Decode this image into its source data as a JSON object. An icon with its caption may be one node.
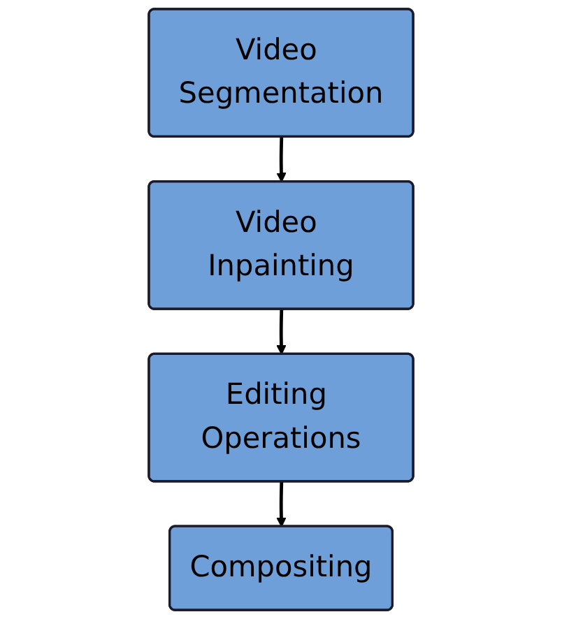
{
  "diagram": {
    "nodes": [
      {
        "text": [
          "Video Segmentation"
        ]
      },
      {
        "text": [
          "Video Inpainting"
        ]
      },
      {
        "text": [
          "Editing Operations"
        ]
      },
      {
        "text": [
          "Compositing"
        ]
      }
    ],
    "edges": [
      {
        "from": 0,
        "to": 1,
        "arrow": "to"
      },
      {
        "from": 1,
        "to": 2,
        "arrow": "to"
      },
      {
        "from": 2,
        "to": 3,
        "arrow": "to"
      }
    ]
  }
}
